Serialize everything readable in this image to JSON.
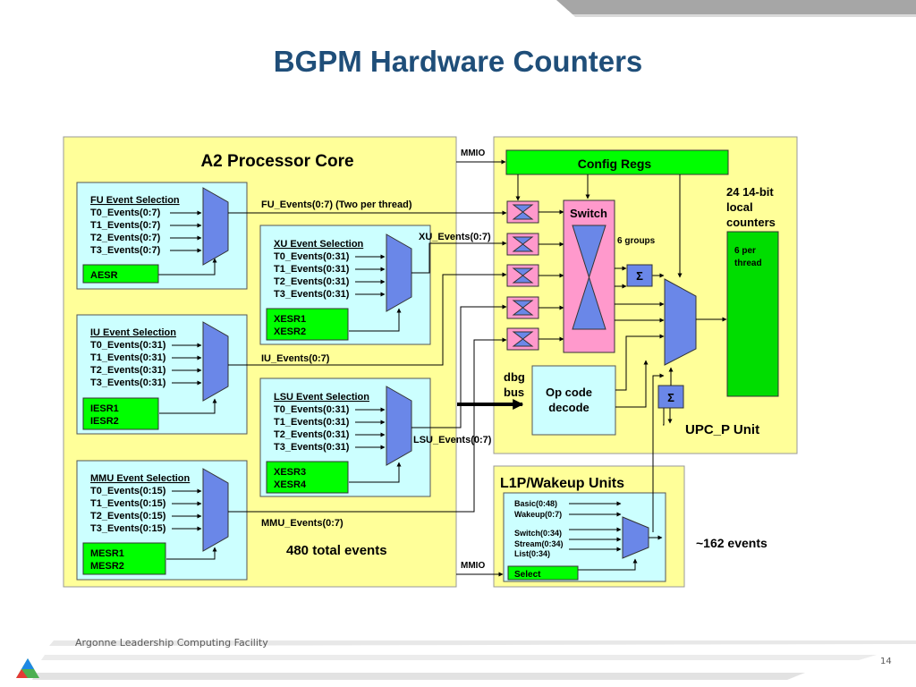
{
  "slide": {
    "title": "BGPM Hardware Counters",
    "footer": "Argonne Leadership Computing Facility",
    "page_number": "14"
  },
  "colors": {
    "title": "#1f4e79",
    "panel_yellow": "#ffff99",
    "box_cyan": "#ccffff",
    "box_green": "#00ff00",
    "switch_pink": "#ff99cc",
    "mux_blue": "#6a87e8",
    "counter_green": "#00dd00",
    "header_bar": "#a6a6a6"
  },
  "diagram": {
    "core": {
      "title": "A2 Processor Core",
      "total": "480 total events",
      "fu": {
        "heading": "FU Event Selection",
        "inputs": [
          "T0_Events(0:7)",
          "T1_Events(0:7)",
          "T2_Events(0:7)",
          "T3_Events(0:7)"
        ],
        "reg": "AESR",
        "output": "FU_Events(0:7)  (Two per thread)"
      },
      "xu": {
        "heading": "XU Event Selection",
        "inputs": [
          "T0_Events(0:31)",
          "T1_Events(0:31)",
          "T2_Events(0:31)",
          "T3_Events(0:31)"
        ],
        "reg1": "XESR1",
        "reg2": "XESR2",
        "output": "XU_Events(0:7)"
      },
      "iu": {
        "heading": "IU Event Selection",
        "inputs": [
          "T0_Events(0:31)",
          "T1_Events(0:31)",
          "T2_Events(0:31)",
          "T3_Events(0:31)"
        ],
        "reg1": "IESR1",
        "reg2": "IESR2",
        "output": "IU_Events(0:7)"
      },
      "lsu": {
        "heading": "LSU Event Selection",
        "inputs": [
          "T0_Events(0:31)",
          "T1_Events(0:31)",
          "T2_Events(0:31)",
          "T3_Events(0:31)"
        ],
        "reg1": "XESR3",
        "reg2": "XESR4",
        "output": "LSU_Events(0:7)"
      },
      "mmu": {
        "heading": "MMU Event Selection",
        "inputs": [
          "T0_Events(0:15)",
          "T1_Events(0:15)",
          "T2_Events(0:15)",
          "T3_Events(0:15)"
        ],
        "reg1": "MESR1",
        "reg2": "MESR2",
        "output": "MMU_Events(0:7)"
      }
    },
    "upc": {
      "mmio": "MMIO",
      "config": "Config Regs",
      "switch": "Switch",
      "groups": "6 groups",
      "sigma": "Σ",
      "dbg": "dbg",
      "bus": "bus",
      "opcode1": "Op code",
      "opcode2": "decode",
      "counters1": "24 14-bit",
      "counters2": "local",
      "counters3": "counters",
      "per1": "6 per",
      "per2": "thread",
      "unit": "UPC_P Unit"
    },
    "l1p": {
      "title": "L1P/Wakeup Units",
      "inputs": [
        "Basic(0:48)",
        "Wakeup(0:7)",
        "Switch(0:34)",
        "Stream(0:34)",
        "List(0:34)"
      ],
      "select": "Select",
      "mmio": "MMIO",
      "events": "~162 events"
    }
  }
}
